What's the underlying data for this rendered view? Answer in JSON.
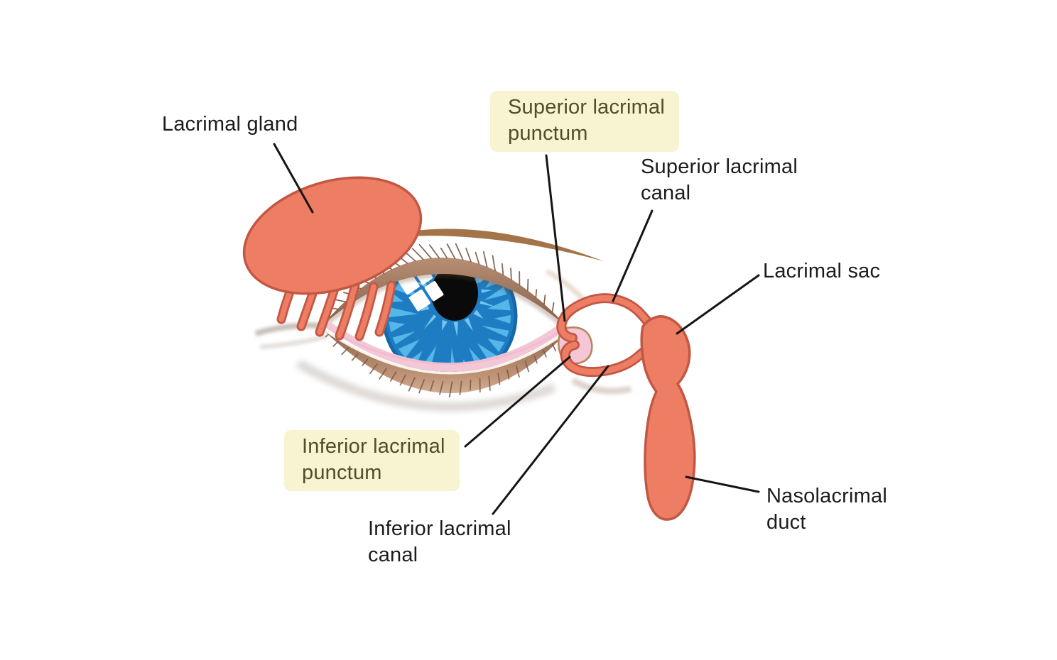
{
  "figure": {
    "labels": {
      "lacrimal_gland": {
        "text": "Lacrimal gland"
      },
      "superior_lacrimal_punctum": {
        "line1": "Superior lacrimal",
        "line2": "punctum",
        "highlighted": true
      },
      "superior_lacrimal_canal": {
        "line1": "Superior lacrimal",
        "line2": "canal"
      },
      "lacrimal_sac": {
        "text": "Lacrimal sac"
      },
      "inferior_lacrimal_punctum": {
        "line1": "Inferior lacrimal",
        "line2": "punctum",
        "highlighted": true
      },
      "inferior_lacrimal_canal": {
        "line1": "Inferior lacrimal",
        "line2": "canal"
      },
      "nasolacrimal_duct": {
        "line1": "Nasolacrimal",
        "line2": "duct"
      }
    },
    "colors": {
      "background": "#FFFFFF",
      "structure_salmon": "#ED7D63",
      "structure_outline": "#C25744",
      "highlight_box_bg": "#F8F3D0",
      "highlight_text": "#4E4E2B",
      "label_text": "#1C1C1C",
      "leader_line": "#151515",
      "iris_blue": "#1E7DC2",
      "iris_streak_blue": "#55B6E9",
      "pupil_black": "#0A0A0A",
      "caruncle_pink": "#F5C6D5",
      "lid_tan": "#C99C7E",
      "lid_brown": "#7F5B47"
    }
  }
}
